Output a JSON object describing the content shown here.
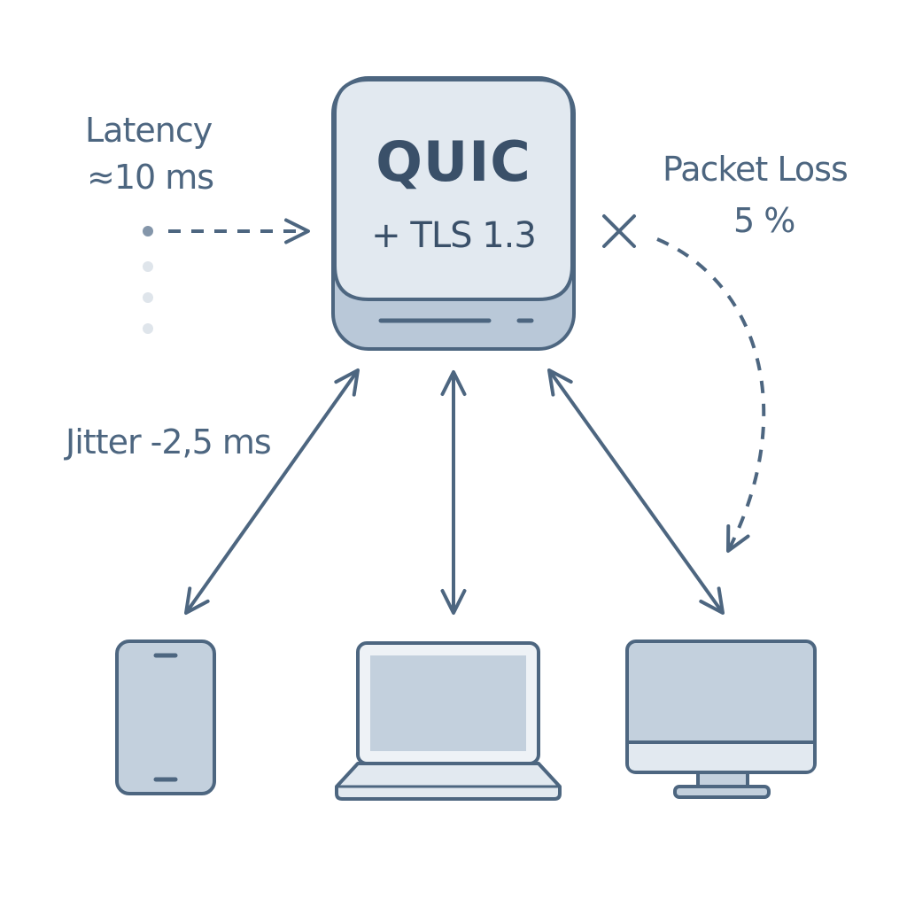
{
  "server": {
    "title": "QUIC",
    "subtitle": "+ TLS 1.3"
  },
  "labels": {
    "latency_line1": "Latency",
    "latency_line2": "≈10 ms",
    "packet_loss_line1": "Packet Loss",
    "packet_loss_line2": "5 %",
    "jitter": "Jitter -2,5 ms"
  },
  "devices": [
    "phone",
    "laptop",
    "desktop-monitor"
  ],
  "colors": {
    "stroke": "#4d6680",
    "device_fill": "#c3d0dd",
    "server_top": "#e2e9f0",
    "server_base": "#b9c8d8",
    "text": "#4d6680"
  }
}
